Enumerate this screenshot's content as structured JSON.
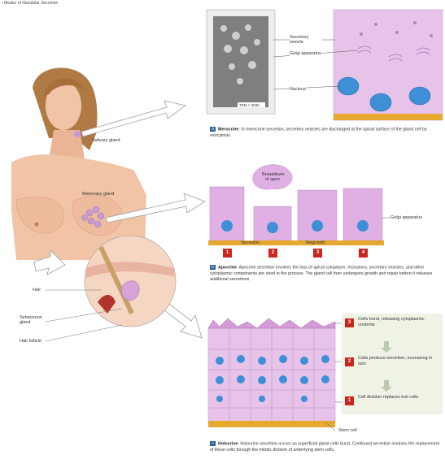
{
  "header": {
    "figure_title": "Modes of Glandular Secretion"
  },
  "labels": {
    "salivary_gland": "Salivary gland",
    "mammary_gland": "Mammary gland",
    "hair": "Hair",
    "sebaceous_gland": "Sebaceous gland",
    "hair_follicle": "Hair follicle",
    "secretory_vesicle": "Secretory vesicle",
    "golgi_apparatus": "Golgi apparatus",
    "nucleus": "Nucleus",
    "tem_label": "TEM × 3036",
    "breakdown": "Breakdown of apex",
    "golgi_apparatus_2": "Golgi apparatus",
    "secretion": "Secretion",
    "regrowth": "Regrowth",
    "stem_cell": "Stem cell"
  },
  "sections": {
    "merocrine": {
      "badge": "a",
      "name": "Merocrine",
      "text": "In merocrine secretion, secretory vesicles are discharged at the apical surface of the gland cell by exocytosis."
    },
    "apocrine": {
      "badge": "b",
      "name": "Apocrine",
      "text": "Apocrine secretion involves the loss of apical cytoplasm. Inclusions, secretory vesicles, and other cytoplasmic components are shed in the process. The gland cell then undergoes growth and repair before it releases additional secretions."
    },
    "holocrine": {
      "badge": "c",
      "name": "Holocrine",
      "text": "Holocrine secretion occurs as superficial gland cells burst. Continued secretion involves the replacement of these cells through the mitotic division of underlying stem cells."
    }
  },
  "apocrine_steps": [
    "1",
    "2",
    "3",
    "4"
  ],
  "holocrine_steps": [
    {
      "num": "3",
      "text": "Cells burst, releasing cytoplasmic contents"
    },
    {
      "num": "2",
      "text": "Cells produce secretion, increasing in size"
    },
    {
      "num": "1",
      "text": "Cell division replaces lost cells"
    }
  ],
  "colors": {
    "cell": "#d9a8dc",
    "nucleus": "#3f8fd6",
    "basement": "#e6a82e",
    "badge": "#2c5f9e",
    "step": "#c8261e",
    "skin": "#f1c4a6"
  }
}
